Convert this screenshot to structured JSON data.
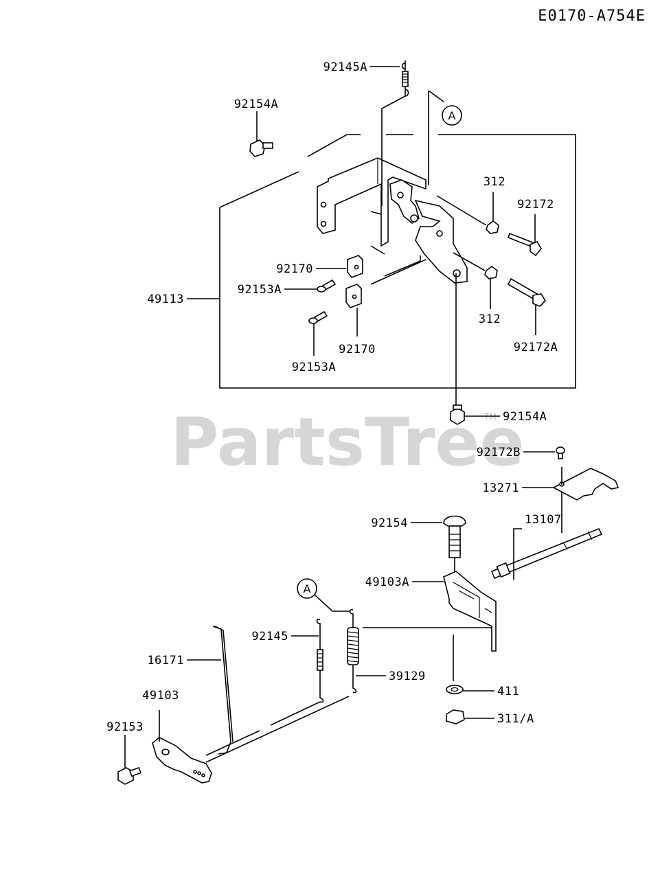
{
  "diagram_code": "E0170-A754E",
  "watermark": {
    "brand": "PartsTree",
    "tm": "TM"
  },
  "callout_ref": "A",
  "labels": {
    "p92145A": "92145A",
    "p92154A_top": "92154A",
    "p312_top": "312",
    "p92172": "92172",
    "p92170_top": "92170",
    "p92153A_mid": "92153A",
    "p49113": "49113",
    "p312_bot": "312",
    "p92172A": "92172A",
    "p92170_bot": "92170",
    "p92153A_bot": "92153A",
    "p92154A_bot": "92154A",
    "p92172B": "92172B",
    "p13271": "13271",
    "p92154": "92154",
    "p13107": "13107",
    "p49103A": "49103A",
    "p92145": "92145",
    "p16171": "16171",
    "p39129": "39129",
    "p49103": "49103",
    "p411": "411",
    "p92153": "92153",
    "p311A": "311/A"
  }
}
